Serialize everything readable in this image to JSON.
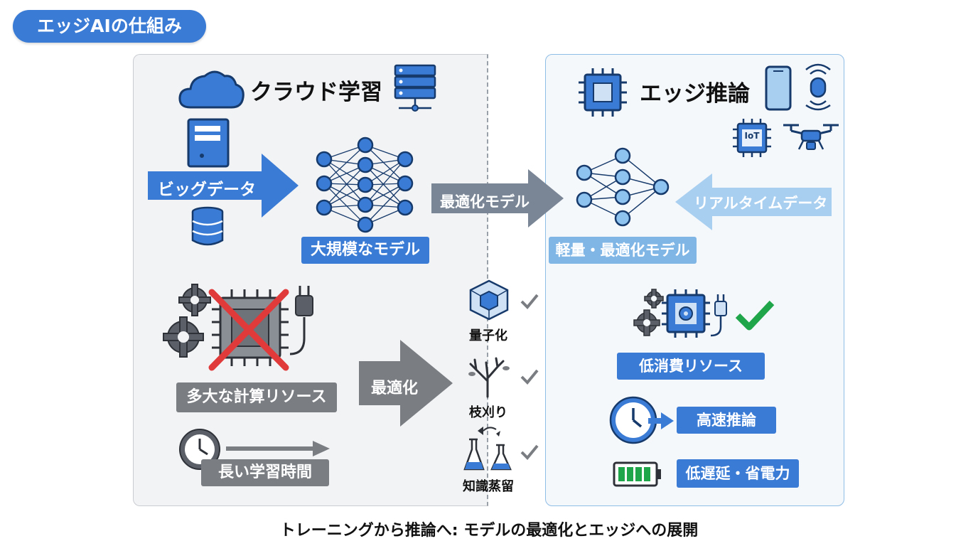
{
  "title": "エッジAIの仕組み",
  "cloud": {
    "heading": "クラウド学習",
    "big_data_label": "ビッグデータ",
    "large_model_label": "大規模なモデル",
    "resources_label": "多大な計算リソース",
    "training_time_label": "長い学習時間"
  },
  "transfer": {
    "optimized_model_label": "最適化モデル",
    "optimization_label": "最適化",
    "techniques": [
      "量子化",
      "枝刈り",
      "知識蒸留"
    ]
  },
  "edge": {
    "heading": "エッジ推論",
    "iot_chip_text": "IoT",
    "realtime_data_label": "リアルタイムデータ",
    "light_model_label": "軽量・最適化モデル",
    "low_resource_label": "低消費リソース",
    "fast_inference_label": "高速推論",
    "low_latency_label": "低遅延・省電力"
  },
  "footer": "トレーニングから推論へ: モデルの最適化とエッジへの展開",
  "colors": {
    "blue": "#3a7bd5",
    "light_blue": "#7fb6e6",
    "gray": "#7a7d82",
    "check_green": "#1fa64a",
    "cross_red": "#e03a3a"
  },
  "icons": [
    "cloud-icon",
    "server-rack-icon",
    "tower-server-icon",
    "database-icon",
    "neural-network-icon",
    "chip-icon",
    "smartphone-icon",
    "sensor-icon",
    "iot-chip-icon",
    "drone-icon",
    "gears-icon",
    "plug-icon",
    "clock-icon",
    "cube-icon",
    "tree-icon",
    "flasks-icon",
    "check-icon",
    "battery-icon"
  ]
}
